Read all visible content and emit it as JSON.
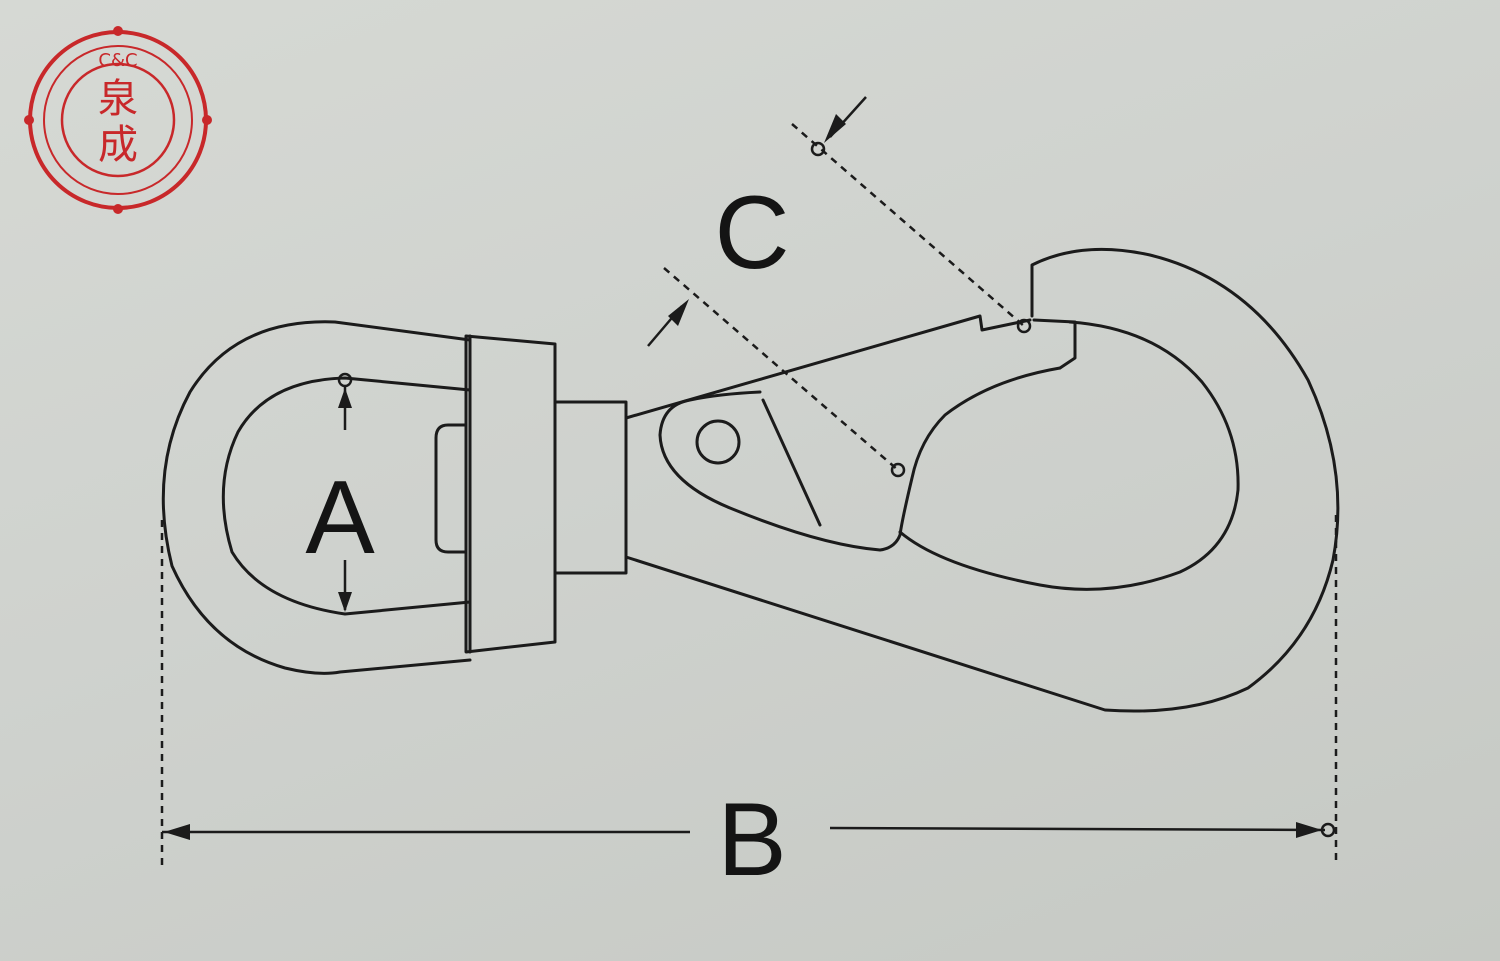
{
  "dimension_labels": {
    "a": "A",
    "b": "B",
    "c": "C"
  },
  "stamp": {
    "initials": "C&C",
    "characters": [
      "泉",
      "成"
    ],
    "color": "#c8282a"
  },
  "line_color": "#1b1b1b",
  "background_color": "#cdd0cc"
}
